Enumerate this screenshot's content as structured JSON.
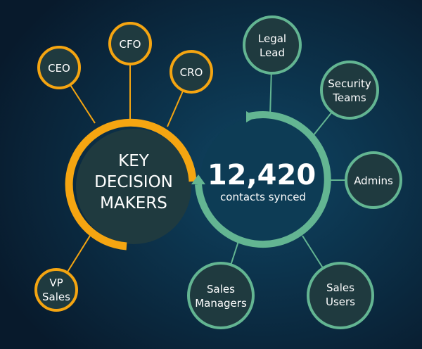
{
  "colors": {
    "orange": "#f5a511",
    "green": "#63b592",
    "background": "#0b2a44",
    "node_fill": "#1f3a3f"
  },
  "left_hub": {
    "lines": [
      "KEY",
      "DECISION",
      "MAKERS"
    ]
  },
  "right_hub": {
    "number": "12,420",
    "caption": "contacts synced"
  },
  "orange_nodes": [
    {
      "lines": [
        "CEO"
      ]
    },
    {
      "lines": [
        "CFO"
      ]
    },
    {
      "lines": [
        "CRO"
      ]
    },
    {
      "lines": [
        "VP",
        "Sales"
      ]
    }
  ],
  "green_nodes": [
    {
      "lines": [
        "Legal",
        "Lead"
      ]
    },
    {
      "lines": [
        "Security",
        "Teams"
      ]
    },
    {
      "lines": [
        "Admins"
      ]
    },
    {
      "lines": [
        "Sales",
        "Managers"
      ]
    },
    {
      "lines": [
        "Sales",
        "Users"
      ]
    }
  ]
}
